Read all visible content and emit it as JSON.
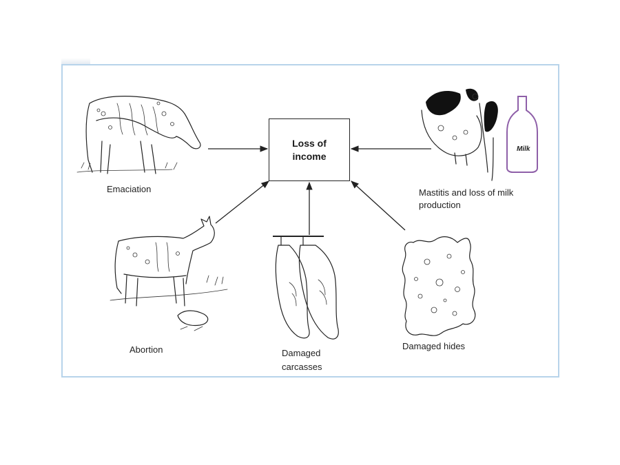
{
  "center": {
    "line1": "Loss of",
    "line2": "income"
  },
  "captions": {
    "emaciation": "Emaciation",
    "mastitis_line1": "Mastitis and loss of  milk",
    "mastitis_line2": "production",
    "abortion": "Abortion",
    "carcasses_line1": "Damaged",
    "carcasses_line2": "carcasses",
    "hides": "Damaged hides"
  },
  "bottle_label": "Milk",
  "colors": {
    "frame_border": "#b7d3ea",
    "ink": "#222222",
    "bottle": "#8e5fa8"
  }
}
